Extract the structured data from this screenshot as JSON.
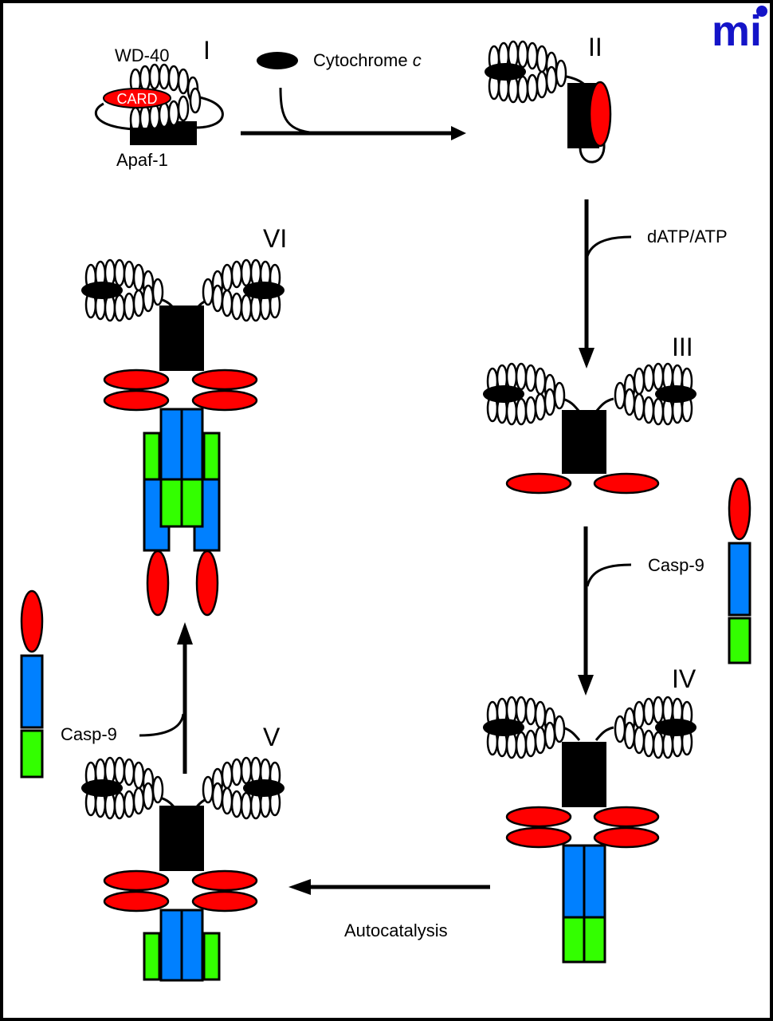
{
  "logo": {
    "text": "mi",
    "color": "#1414c8"
  },
  "colors": {
    "card": "#ff0000",
    "large_subunit": "#0080ff",
    "small_subunit": "#33ff00",
    "ink": "#000000",
    "background": "#ffffff"
  },
  "stages": [
    {
      "id": "I",
      "label": "I"
    },
    {
      "id": "II",
      "label": "II"
    },
    {
      "id": "III",
      "label": "III"
    },
    {
      "id": "IV",
      "label": "IV"
    },
    {
      "id": "V",
      "label": "V"
    },
    {
      "id": "VI",
      "label": "VI"
    }
  ],
  "labels": {
    "wd40": "WD-40",
    "card": "CARD",
    "apaf1": "Apaf-1",
    "cytochrome": "Cytochrome ",
    "cytochrome_italic": "c",
    "datp": "dATP/ATP",
    "casp9_right": "Casp-9",
    "casp9_left": "Casp-9",
    "autocatalysis": "Autocatalysis"
  }
}
